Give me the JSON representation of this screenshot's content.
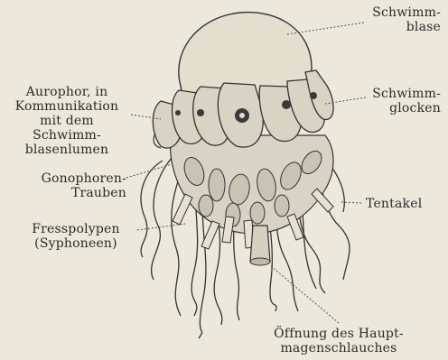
{
  "labels": {
    "schwimmblase": "Schwimm-\nblase",
    "aurophor": "Aurophor, in\nKommunikation\nmit dem\nSchwimm-\nblasenlumen",
    "schwimmglocken": "Schwimm-\nglocken",
    "gonophoren": "Gonophoren-\nTrauben",
    "tentakel": "Tentakel",
    "fresspolypen": "Fresspolypen\n(Syphoneen)",
    "oeffnung": "Öffnung des Haupt-\nmagenschlauches"
  },
  "colors": {
    "background": "#ece8dc",
    "ink": "#2a2a2a"
  }
}
